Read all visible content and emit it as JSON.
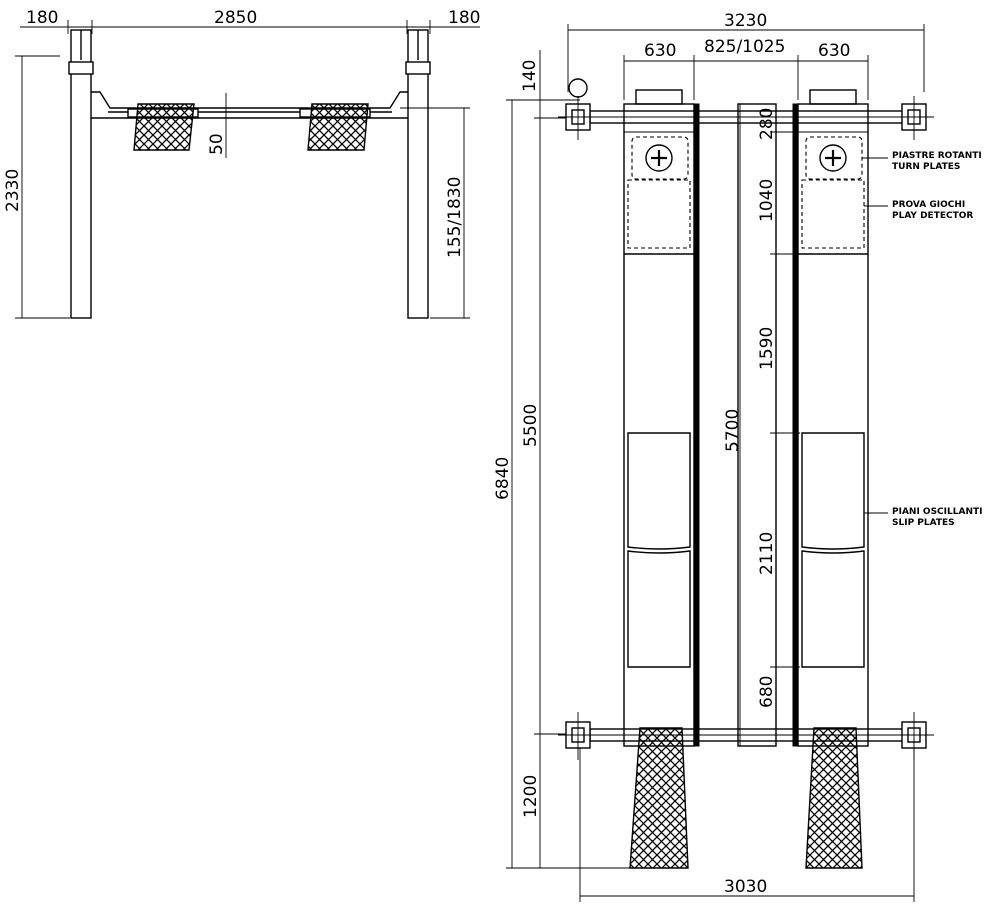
{
  "front_view": {
    "dims": {
      "post_width_left": "180",
      "span": "2850",
      "post_width_right": "180",
      "height": "2330",
      "pad_offset": "50",
      "lift_height": "155/1830"
    }
  },
  "plan_view": {
    "dims": {
      "overall_width": "3230",
      "track_width_left": "630",
      "track_gap": "825/1025",
      "track_width_right": "630",
      "front_overhang": "140",
      "overall_length": "6840",
      "post_spacing": "5500",
      "runway_length": "5700",
      "turn_plate_offset": "280",
      "play_detector_length": "1040",
      "middle_section": "1590",
      "slip_plates_length": "2110",
      "rear_section": "680",
      "ramp_length": "1200",
      "post_centers": "3030"
    },
    "labels": {
      "turn_plates_it": "PIASTRE ROTANTI",
      "turn_plates_en": "TURN PLATES",
      "play_detector_it": "PROVA GIOCHI",
      "play_detector_en": "PLAY DETECTOR",
      "slip_plates_it": "PIANI OSCILLANTI",
      "slip_plates_en": "SLIP PLATES"
    }
  }
}
